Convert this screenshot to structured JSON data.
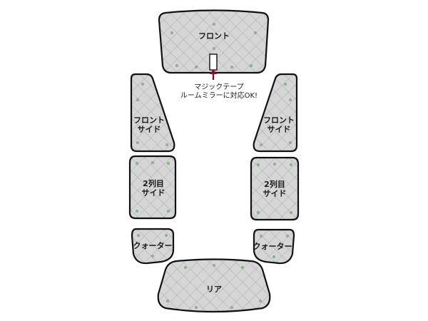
{
  "panels": {
    "front": {
      "label": "フロント"
    },
    "front_side_left": {
      "line1": "フロント",
      "line2": "サイド"
    },
    "front_side_right": {
      "line1": "フロント",
      "line2": "サイド"
    },
    "second_row_left": {
      "line1": "2列目",
      "line2": "サイド"
    },
    "second_row_right": {
      "line1": "2列目",
      "line2": "サイド"
    },
    "quarter_left": {
      "label": "クォーター"
    },
    "quarter_right": {
      "label": "クォーター"
    },
    "rear": {
      "label": "リア"
    }
  },
  "note": {
    "line1": "マジックテープ",
    "line2": "ルームミラーに対応OK!"
  },
  "colors": {
    "panel_fill": "#d6d6d6",
    "quilt_line": "#a8a8a8",
    "outline": "#111111",
    "rivet": "#8fbf8f",
    "arrow": "#8b0d2a"
  }
}
